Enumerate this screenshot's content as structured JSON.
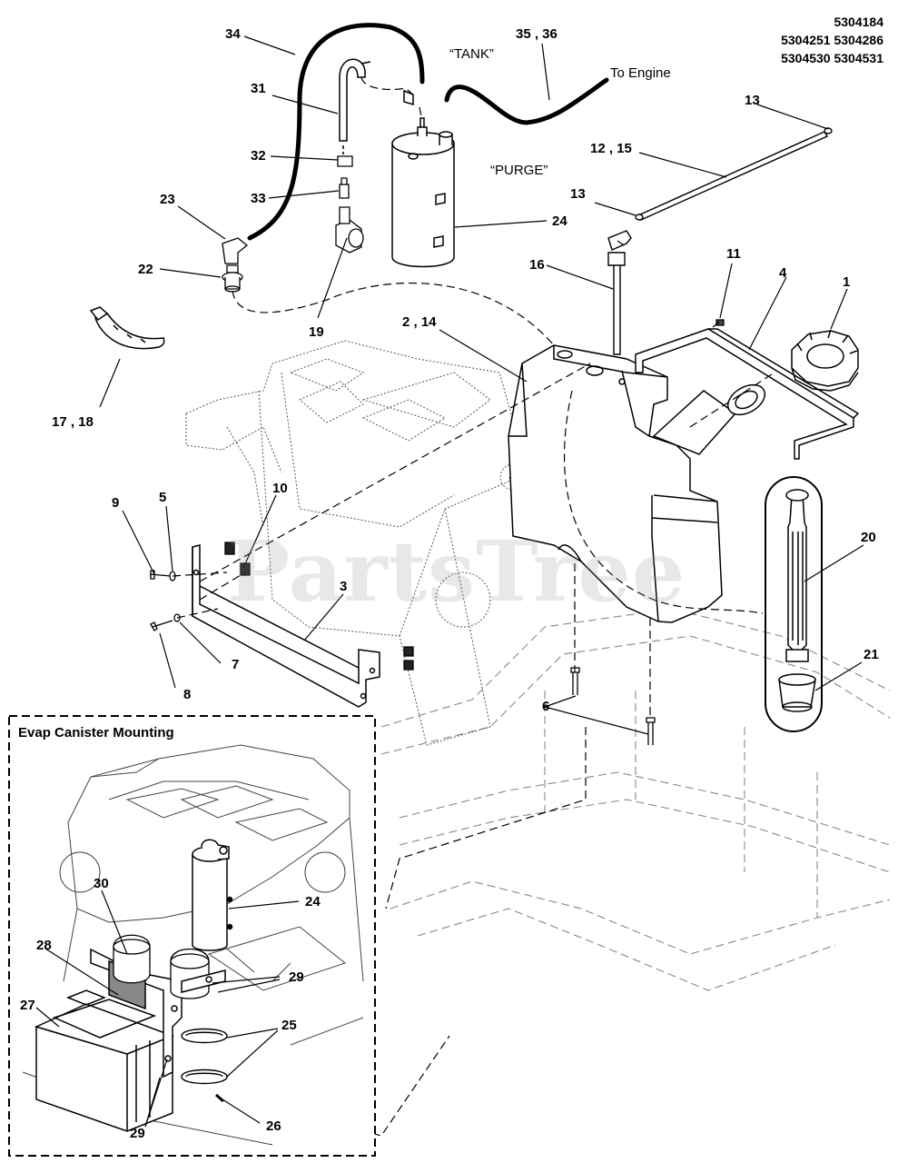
{
  "model_numbers": [
    "5304184",
    "5304251 5304286",
    "5304530 5304531"
  ],
  "watermark": "PartsTree",
  "inset_title": "Evap Canister Mounting",
  "annotations": {
    "tank": "“TANK”",
    "purge": "“PURGE”",
    "to_engine": "To Engine"
  },
  "callouts": {
    "c34": "34",
    "c35_36": "35 , 36",
    "c31": "31",
    "c32": "32",
    "c33": "33",
    "c23": "23",
    "c22": "22",
    "c19": "19",
    "c24": "24",
    "c13a": "13",
    "c12_15": "12 , 15",
    "c13b": "13",
    "c16": "16",
    "c11": "11",
    "c4": "4",
    "c1": "1",
    "c2_14": "2 , 14",
    "c17_18": "17 , 18",
    "c9": "9",
    "c5": "5",
    "c10": "10",
    "c3": "3",
    "c8": "8",
    "c7": "7",
    "c6": "6",
    "c20": "20",
    "c21": "21",
    "i24": "24",
    "i30": "30",
    "i28": "28",
    "i27": "27",
    "i29a": "29",
    "i25": "25",
    "i26": "26",
    "i29b": "29"
  }
}
